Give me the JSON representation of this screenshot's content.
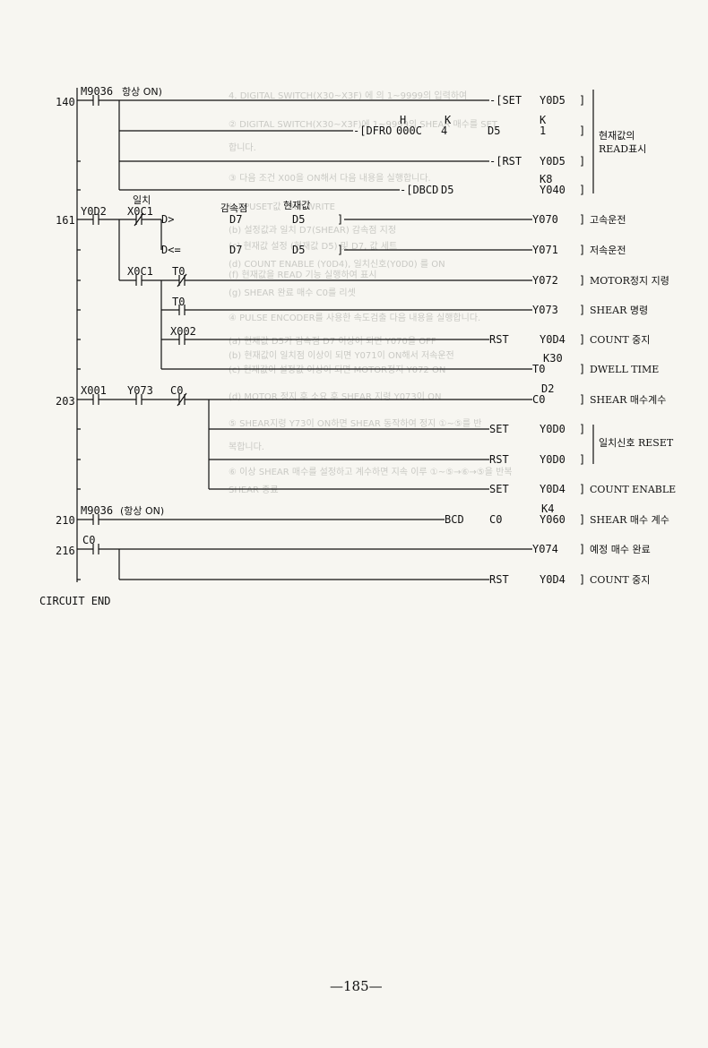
{
  "ghost_text": [
    "4. DIGITAL SWITCH(X30~X3F) 에 의 1~9999의 입력하여",
    "② DIGITAL SWITCH(X30~X3F)에 1~9999의 SHEAR 매수를 SET",
    "합니다.",
    "③ 다음 조건 X00을 ON해서 다음 내용을 실행합니다.",
    "(a) PUSET값 \"80\" WRITE",
    "(b) 설정값과 일치 D7(SHEAR) 감속점 지정",
    "(c) 현재값 설정 (현재값 D5) 및 D7, 값 세트",
    "(d) COUNT ENABLE (Y0D4), 일치신호(Y0D0) 를 ON",
    "(f) 현재값을 READ 기능 실행하여 표시",
    "(g) SHEAR 완료 매수 C0를 리셋",
    "④ PULSE ENCODER를 사용한 속도검출 다음 내용을 실행합니다.",
    "(a) 현재값 D5가 감속점 D7 이상이 되면 Y070을 OFF",
    "(b) 현재값이 일치점 이상이 되면 Y071이 ON해서 저속운전",
    "(c) 현재값이 설정값 이상이 되면 MOTOR정지 Y072 ON",
    "(d) MOTOR 정지 후 소요 후 SHEAR 지령 Y073이 ON",
    "⑤ SHEAR지령 Y73이 ON하면 SHEAR 동작하여 정지 ①~⑤를 반",
    "복합니다.",
    "⑥ 이상 SHEAR 매수를 설정하고 계수하면 지속 이루 ①~⑤→⑥→⑤을 반복",
    "SHEAR 종료"
  ],
  "rungs": [
    {
      "step": "140",
      "contact": "M9036",
      "contact_note": "항상 ON)",
      "outputs": [
        {
          "instr": "SET",
          "arg1": "",
          "arg2": "Y0D5",
          "k": ""
        },
        {
          "instr": "DFRO",
          "arg1": "H\n000C",
          "arg2": "K\n4",
          "arg3": "D5",
          "k": "K\n1"
        },
        {
          "instr": "RST",
          "arg1": "",
          "arg2": "Y0D5",
          "k": ""
        },
        {
          "instr": "DBCD",
          "arg1": "D5",
          "arg2": "Y040",
          "k": "K8"
        }
      ],
      "bracket_label": [
        "현재값의",
        "READ표시"
      ]
    }
  ],
  "r161": {
    "step": "161",
    "contact_a": "Y0D2",
    "contact_b": "X0C1",
    "contact_b_note": "일치",
    "cmp_header_1": "감속점",
    "cmp_header_2": "현재값",
    "cmp1_op": "D>",
    "cmp1_a": "D7",
    "cmp1_b": "D5",
    "out1": "Y070",
    "out1_label": "고속운전",
    "cmp2_op": "D<=",
    "cmp2_a": "D7",
    "cmp2_b": "D5",
    "out2": "Y071",
    "out2_label": "저속운전",
    "c3a": "X0C1",
    "c3b": "T0",
    "out3": "Y072",
    "out3_label": "MOTOR정지 지령",
    "c4": "T0",
    "out4": "Y073",
    "out4_label": "SHEAR 명령",
    "c5": "X002",
    "out5_instr": "RST",
    "out5": "Y0D4",
    "out5_label": "COUNT 중지",
    "out6": "T0",
    "out6_k": "K30",
    "out6_label": "DWELL TIME"
  },
  "r203": {
    "step": "203",
    "c1": "X001",
    "c2": "Y073",
    "c3": "C0",
    "out1": "C0",
    "out1_k": "D2",
    "out1_label": "SHEAR 매수계수",
    "out2_instr": "SET",
    "out2": "Y0D0",
    "out3_instr": "RST",
    "out3": "Y0D0",
    "bracket_label": "일치신호 RESET",
    "out4_instr": "SET",
    "out4": "Y0D4",
    "out4_label": "COUNT ENABLE"
  },
  "r210": {
    "step": "210",
    "c1": "M9036",
    "c1_note": "(항상 ON)",
    "instr": "BCD",
    "arg1": "C0",
    "out": "Y060",
    "k": "K4",
    "label": "SHEAR 매수 계수"
  },
  "r216": {
    "step": "216",
    "c1": "C0",
    "out1": "Y074",
    "out1_label": "예정 매수 완료",
    "out2_instr": "RST",
    "out2": "Y0D4",
    "out2_label": "COUNT 중지"
  },
  "end_label": "CIRCUIT END",
  "page_number": "—185—"
}
